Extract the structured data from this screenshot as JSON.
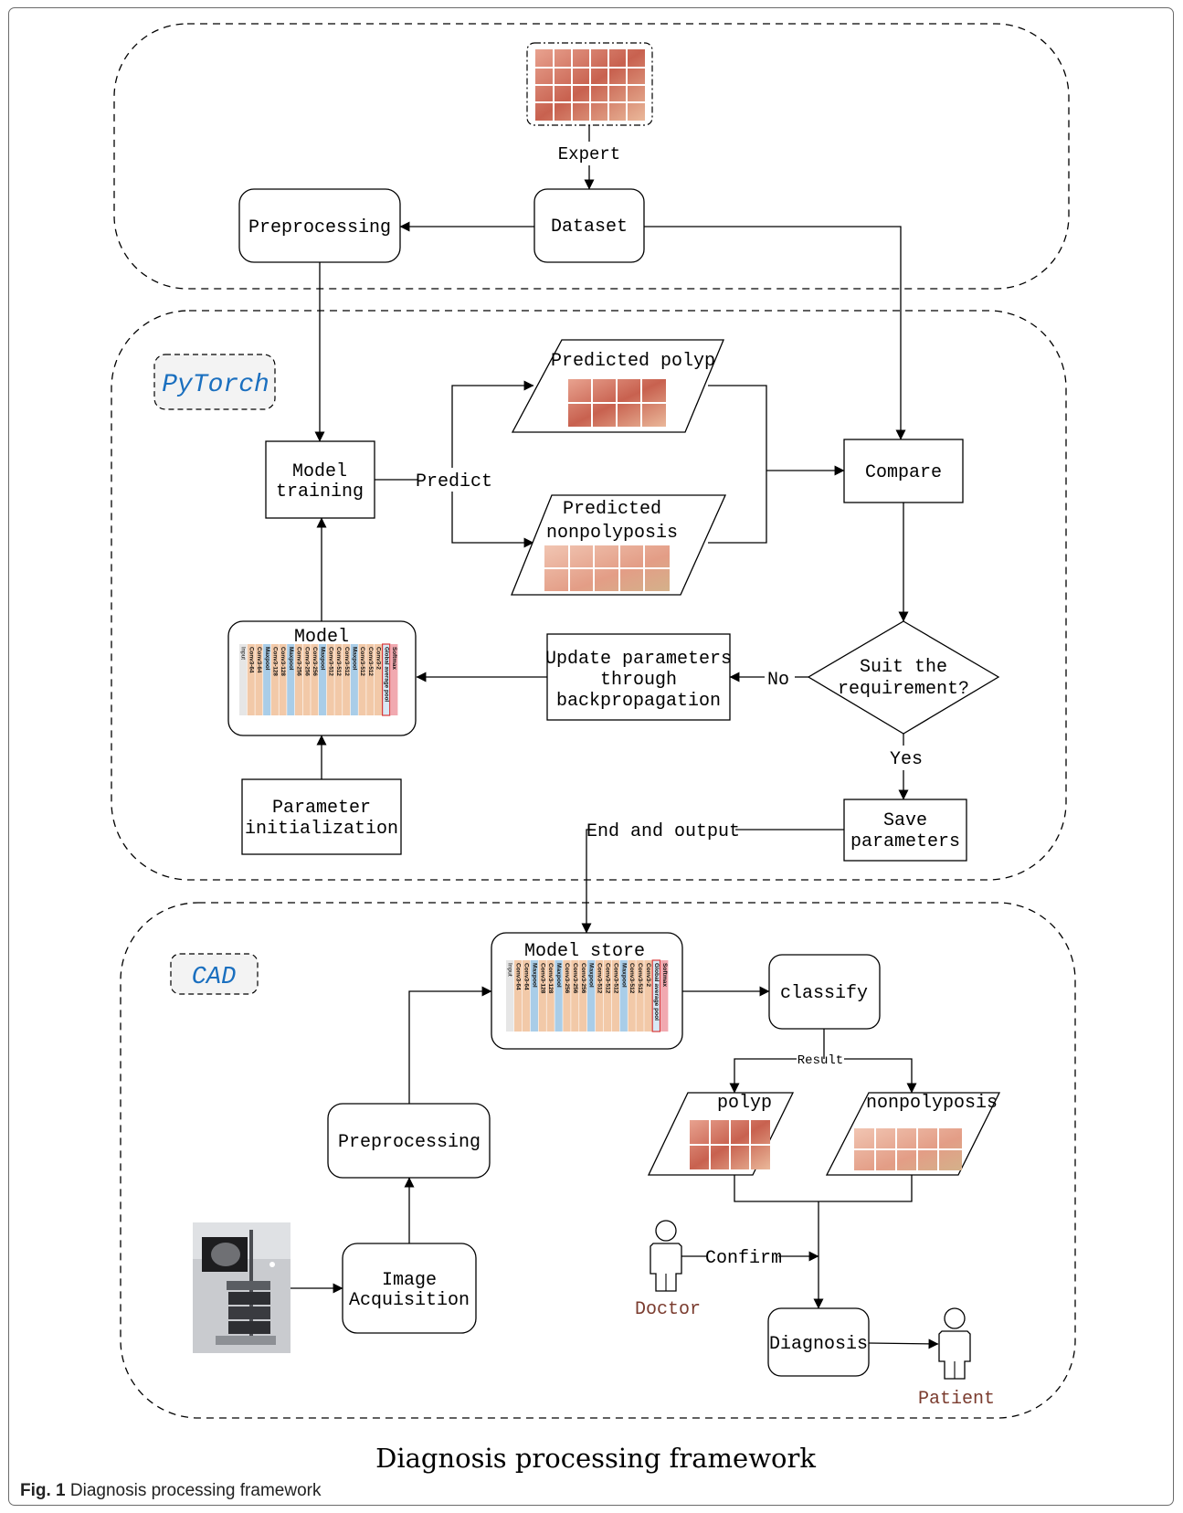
{
  "dataset": {
    "expert": "Expert",
    "dataset": "Dataset",
    "preprocessing": "Preprocessing"
  },
  "pytorch": {
    "tag": "PyTorch",
    "model_training": [
      "Model",
      "training"
    ],
    "predict": "Predict",
    "predicted_polyp": "Predicted polyp",
    "predicted_nonpolyposis": [
      "Predicted",
      "nonpolyposis"
    ],
    "compare": "Compare",
    "decision": [
      "Suit the",
      "requirement?"
    ],
    "no": "No",
    "yes": "Yes",
    "update": [
      "Update parameters",
      "through",
      "backpropagation"
    ],
    "model": "Model",
    "param_init": [
      "Parameter",
      "initialization"
    ],
    "save": [
      "Save",
      "parameters"
    ],
    "end_output": "End and output"
  },
  "cad": {
    "tag": "CAD",
    "model_store": "Model store",
    "classify": "classify",
    "result": "Result",
    "polyp": "polyp",
    "nonpolyposis": "nonpolyposis",
    "preprocessing": "Preprocessing",
    "image_acquisition": [
      "Image",
      "Acquisition"
    ],
    "doctor": "Doctor",
    "confirm": "Confirm",
    "diagnosis": "Diagnosis",
    "patient": "Patient"
  },
  "network_layers": [
    "Input",
    "Conv3-64",
    "Conv3-64",
    "Maxpool",
    "Conv3-128",
    "Conv3-128",
    "Maxpool",
    "Conv3-256",
    "Conv3-256",
    "Conv3-256",
    "Maxpool",
    "Conv3-512",
    "Conv3-512",
    "Conv3-512",
    "Maxpool",
    "Conv3-512",
    "Conv3-512",
    "Conv3-2",
    "Global average pool",
    "Softmax"
  ],
  "figure_title": "Diagnosis processing framework",
  "caption": {
    "label": "Fig. 1",
    "text": "Diagnosis processing framework"
  },
  "colors": {
    "tag_text": "#1a6fbf",
    "person_label": "#7a3b2e",
    "layer_conv": "#f2c9a8",
    "layer_pool": "#a9cde8",
    "layer_gap": "#d8e9f6",
    "layer_softmax": "#f1a9b0",
    "tissue": "#d98a7c"
  }
}
